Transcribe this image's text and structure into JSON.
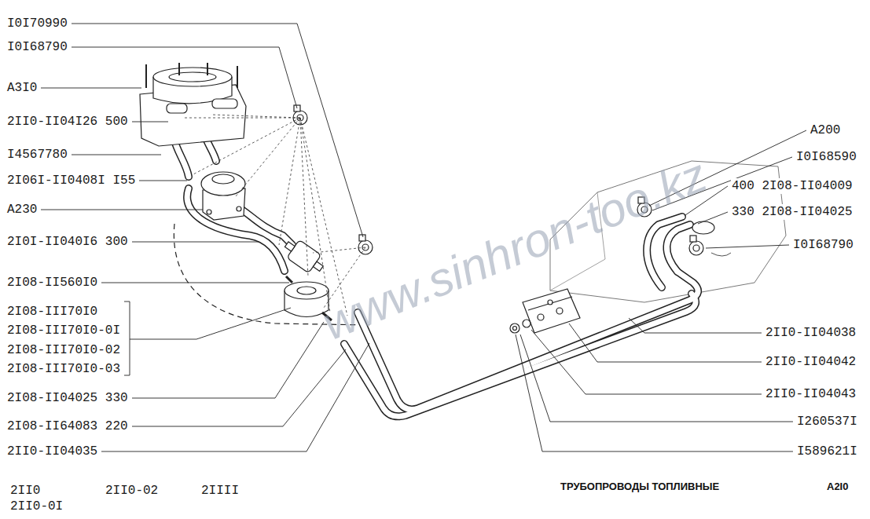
{
  "diagram": {
    "title": "ТРУБОПРОВОДЫ ТОПЛИВНЫЕ",
    "labels": [
      "I0I70990",
      "I0I68790",
      "A3I0",
      "2II0-II04I26 500",
      "I4567780",
      "2I06I-II0408I I55",
      "A230",
      "2I0I-II040I6 300",
      "2I08-II560I0",
      "2I08-III70I0",
      "2I08-III70I0-0I",
      "2I08-III70I0-02",
      "2I08-III70I0-03",
      "2I08-II04025 330",
      "2I08-II64083 220",
      "2II0-II04035",
      "A200",
      "I0I68590",
      "400 2I08-II04009",
      "330 2I08-II04025",
      "I0I68790",
      "2II0-II04038",
      "2II0-II04042",
      "2II0-II04043",
      "I260537I",
      "I589621I",
      "2II0",
      "2II0-0I",
      "2II0-02",
      "2IIII",
      "A2I0",
      "www.sinhron-too.kz"
    ]
  }
}
